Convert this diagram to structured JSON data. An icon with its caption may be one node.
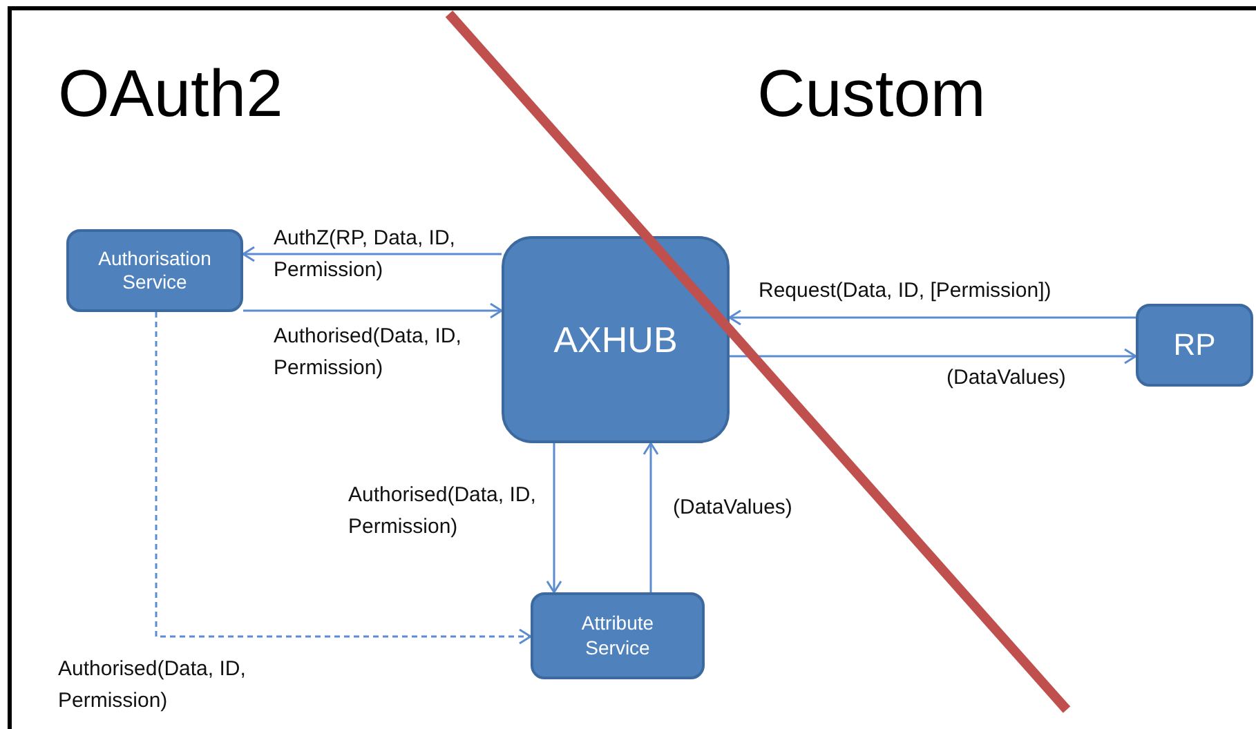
{
  "diagram": {
    "nodes": [
      {
        "text": [
          "Authorisation Service"
        ]
      },
      {
        "text": [
          "AXHUB"
        ]
      },
      {
        "text": [
          "RP"
        ]
      },
      {
        "text": [
          "Attribute Service"
        ]
      }
    ],
    "edges": [
      {
        "from": 1,
        "to": 0,
        "arrow": "to",
        "label": "AuthZ(RP, Data, ID, Permission)"
      },
      {
        "from": 0,
        "to": 1,
        "arrow": "to",
        "label": "Authorised(Data, ID, Permission)"
      },
      {
        "from": 2,
        "to": 1,
        "arrow": "to",
        "label": "Request(Data, ID, [Permission])"
      },
      {
        "from": 1,
        "to": 2,
        "arrow": "to",
        "label": "(DataValues)"
      },
      {
        "from": 1,
        "to": 3,
        "arrow": "to",
        "label": "Authorised(Data, ID, Permission)"
      },
      {
        "from": 3,
        "to": 1,
        "arrow": "to",
        "label": "(DataValues)"
      },
      {
        "from": 0,
        "to": 3,
        "arrow": "to",
        "label": "Authorised(Data, ID, Permission)",
        "style": "dashed"
      }
    ],
    "labels": [
      "OAuth2",
      "Custom"
    ]
  }
}
